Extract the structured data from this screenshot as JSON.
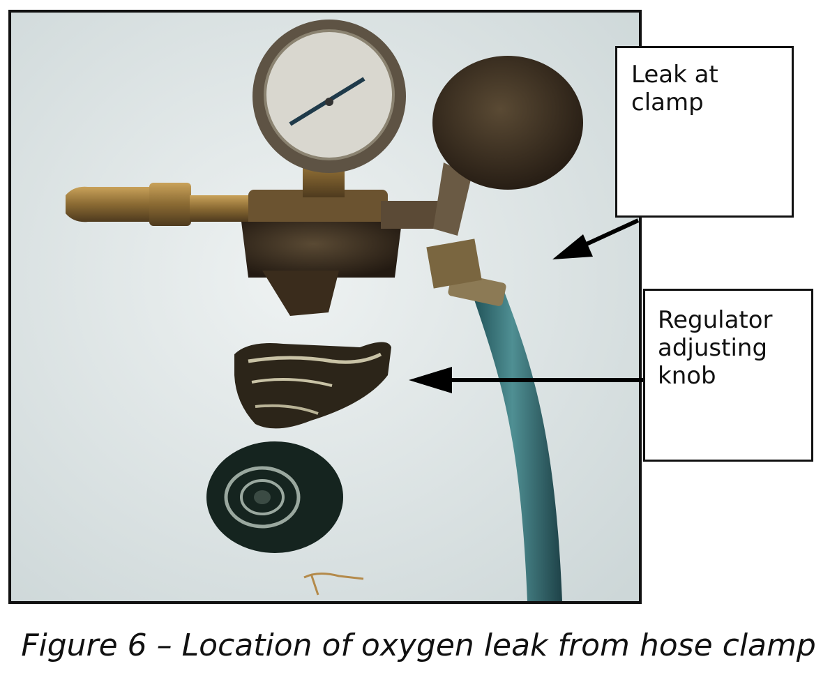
{
  "figure": {
    "photo_description_icon": "regulator-photo",
    "callouts": {
      "leak": "Leak at\nclamp",
      "knob": "Regulator\nadjusting\nknob"
    },
    "caption": "Figure 6 – Location of oxygen leak from hose clamp"
  }
}
